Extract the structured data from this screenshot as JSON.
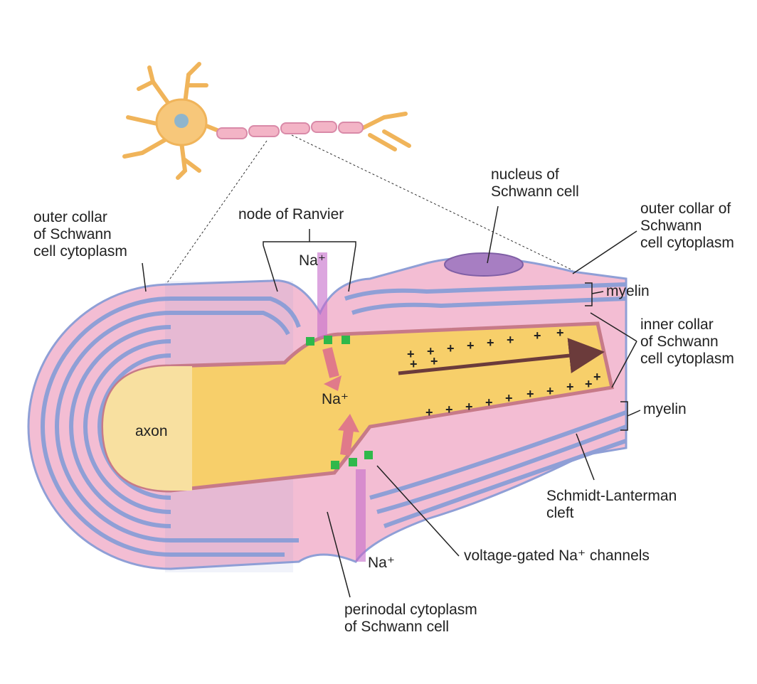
{
  "labels": {
    "outer_collar_left": [
      "outer collar",
      "of Schwann",
      "cell cytoplasm"
    ],
    "node_of_ranvier": "node of Ranvier",
    "nucleus": [
      "nucleus of",
      "Schwann cell"
    ],
    "outer_collar_right": [
      "outer collar of",
      "Schwann",
      "cell cytoplasm"
    ],
    "myelin_top": "myelin",
    "inner_collar": [
      "inner collar",
      "of Schwann",
      "cell cytoplasm"
    ],
    "myelin_bottom": "myelin",
    "na_top": "Na⁺",
    "na_center": "Na⁺",
    "na_bottom": "Na⁺",
    "axon": "axon",
    "schmidt_lanterman": [
      "Schmidt-Lanterman",
      "cleft"
    ],
    "channels": "voltage-gated Na⁺ channels",
    "perinodal": [
      "perinodal cytoplasm",
      "of Schwann cell"
    ]
  },
  "plus_sign": "+",
  "colors": {
    "myelin_pink": "#f3bdd3",
    "membrane_blue": "#8f9fd6",
    "axon_yellow": "#f7cf6a",
    "neuron_orange": "#f7c77a",
    "channel_green": "#2fb84a",
    "arrow_pink": "#e07a8a"
  }
}
